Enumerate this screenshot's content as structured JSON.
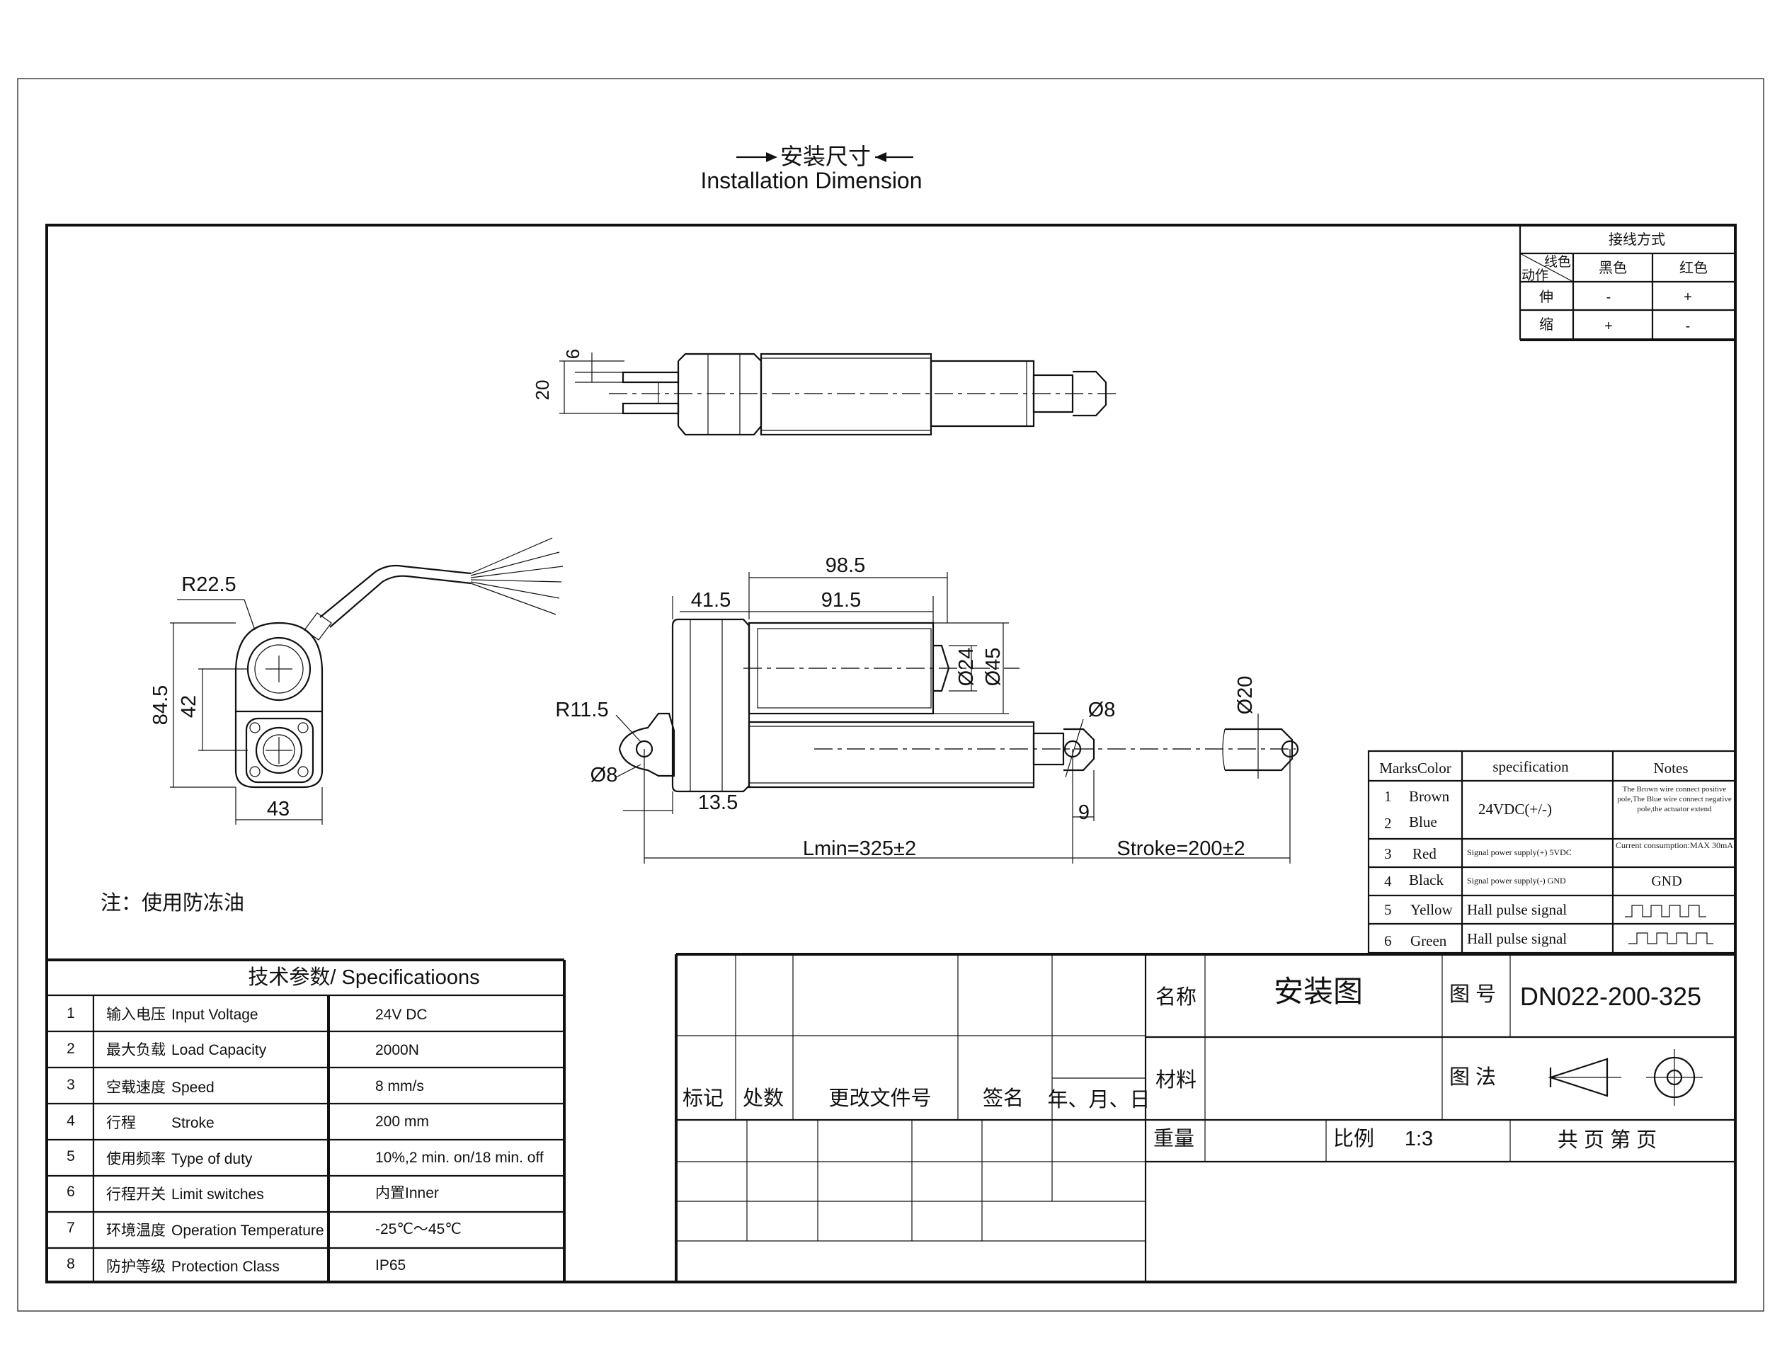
{
  "header": {
    "title_cn": "安装尺寸",
    "title_en": "Installation Dimension"
  },
  "wiring": {
    "title": "接线方式",
    "corner_top": "线色",
    "corner_bottom": "动作",
    "col_black": "黑色",
    "col_red": "红色",
    "rows": [
      {
        "action": "伸",
        "black": "-",
        "red": "+"
      },
      {
        "action": "缩",
        "black": "+",
        "red": "-"
      }
    ]
  },
  "dimensions": {
    "top_d6": "6",
    "top_d20": "20",
    "side_r22": "R22.5",
    "side_845": "84.5",
    "side_42": "42",
    "side_43": "43",
    "d_985": "98.5",
    "d_415": "41.5",
    "d_915": "91.5",
    "d_phi24": "Ø24",
    "d_phi45": "Ø45",
    "d_r115": "R11.5",
    "d_phi8_left": "Ø8",
    "d_phi8_right": "Ø8",
    "d_phi20": "Ø20",
    "d_135": "13.5",
    "d_9": "9",
    "d_lmin": "Lmin=325±2",
    "d_stroke": "Stroke=200±2"
  },
  "note": "注：使用防冻油",
  "wire_table": {
    "headers": [
      "MarksColor",
      "specification",
      "Notes"
    ],
    "rows": [
      {
        "mark": "1",
        "color": "Brown"
      },
      {
        "mark": "2",
        "color": "Blue"
      },
      {
        "mark": "3",
        "color": "Red"
      },
      {
        "mark": "4",
        "color": "Black"
      },
      {
        "mark": "5",
        "color": "Yellow"
      },
      {
        "mark": "6",
        "color": "Green"
      }
    ],
    "spec_12": "24VDC(+/-)",
    "note_12": "The Brown wire connect positive pole,The Blue wire connect negative pole,the actuator extend",
    "spec_3": "Signal power supply(+) 5VDC",
    "note_3": "Current consumption:MAX 30mA",
    "spec_4": "Signal power supply(-) GND",
    "note_4": "GND",
    "spec_5": "Hall pulse signal",
    "spec_6": "Hall pulse signal"
  },
  "specs": {
    "title": "技术参数/ Specificatioons",
    "rows": [
      {
        "no": "1",
        "cn": "输入电压",
        "en": "Input Voltage",
        "value": "24V DC"
      },
      {
        "no": "2",
        "cn": "最大负载",
        "en": "Load Capacity",
        "value": "2000N"
      },
      {
        "no": "3",
        "cn": "空载速度",
        "en": "Speed",
        "value": "8 mm/s"
      },
      {
        "no": "4",
        "cn": "行程",
        "en": "Stroke",
        "value": "200 mm"
      },
      {
        "no": "5",
        "cn": "使用频率",
        "en": "Type of duty",
        "value": "10%,2 min. on/18 min. off"
      },
      {
        "no": "6",
        "cn": "行程开关",
        "en": "Limit switches",
        "value": "内置Inner"
      },
      {
        "no": "7",
        "cn": "环境温度",
        "en": "Operation Temperature",
        "value": "-25℃～45℃"
      },
      {
        "no": "8",
        "cn": "防护等级",
        "en": "Protection Class",
        "value": "IP65"
      }
    ]
  },
  "title_block": {
    "rev_headers": [
      "标记",
      "处数",
      "更改文件号",
      "签名",
      "年、月、日"
    ],
    "name_label": "名称",
    "name_value": "安装图",
    "drawing_no_label": "图 号",
    "drawing_no": "DN022-200-325",
    "material_label": "材料",
    "projection_label": "图 法",
    "weight_label": "重量",
    "scale_label": "比例",
    "scale_value": "1:3",
    "pages": "共  页  第  页"
  }
}
